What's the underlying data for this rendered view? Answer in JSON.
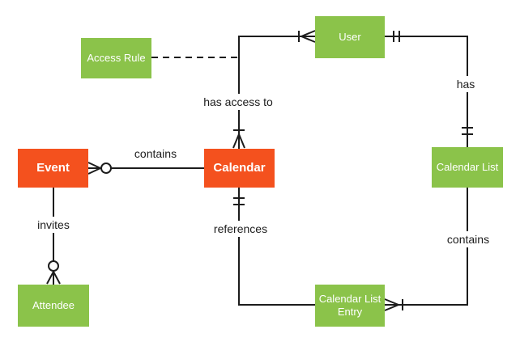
{
  "diagram": {
    "type": "entity-relationship",
    "notation": "crows-foot",
    "colors": {
      "entity_primary": "#f4511e",
      "entity_secondary": "#8bc34a",
      "entity_text": "#ffffff",
      "line": "#1c1c1c",
      "label_text": "#1c1c1c",
      "background": "#ffffff"
    },
    "entities": [
      {
        "id": "access-rule",
        "label": "Access Rule",
        "style": "secondary"
      },
      {
        "id": "user",
        "label": "User",
        "style": "secondary"
      },
      {
        "id": "event",
        "label": "Event",
        "style": "primary"
      },
      {
        "id": "calendar",
        "label": "Calendar",
        "style": "primary"
      },
      {
        "id": "calendar-list",
        "label": "Calendar List",
        "style": "secondary"
      },
      {
        "id": "attendee",
        "label": "Attendee",
        "style": "secondary"
      },
      {
        "id": "calendar-list-entry",
        "label": "Calendar List Entry",
        "style": "secondary"
      }
    ],
    "relationships": [
      {
        "label": "contains",
        "from": "Event",
        "to": "Calendar",
        "from_marker": "zero-or-many",
        "to_marker": "none",
        "style": "solid"
      },
      {
        "label": "has access to",
        "from": "Calendar",
        "to": "User",
        "from_marker": "one-or-many",
        "to_marker": "one-or-many",
        "style": "solid"
      },
      {
        "label": "has",
        "from": "User",
        "to": "Calendar List",
        "from_marker": "exactly-one",
        "to_marker": "exactly-one",
        "style": "solid"
      },
      {
        "label": "invites",
        "from": "Event",
        "to": "Attendee",
        "from_marker": "none",
        "to_marker": "zero-or-many",
        "style": "solid"
      },
      {
        "label": "references",
        "from": "Calendar",
        "to": "Calendar List Entry",
        "from_marker": "exactly-one",
        "to_marker": "none",
        "style": "solid"
      },
      {
        "label": "contains",
        "from": "Calendar List",
        "to": "Calendar List Entry",
        "from_marker": "none",
        "to_marker": "one-or-many",
        "style": "solid"
      },
      {
        "label": "",
        "from": "Access Rule",
        "to": "has-access-to-connector",
        "from_marker": "none",
        "to_marker": "none",
        "style": "dashed"
      }
    ]
  }
}
